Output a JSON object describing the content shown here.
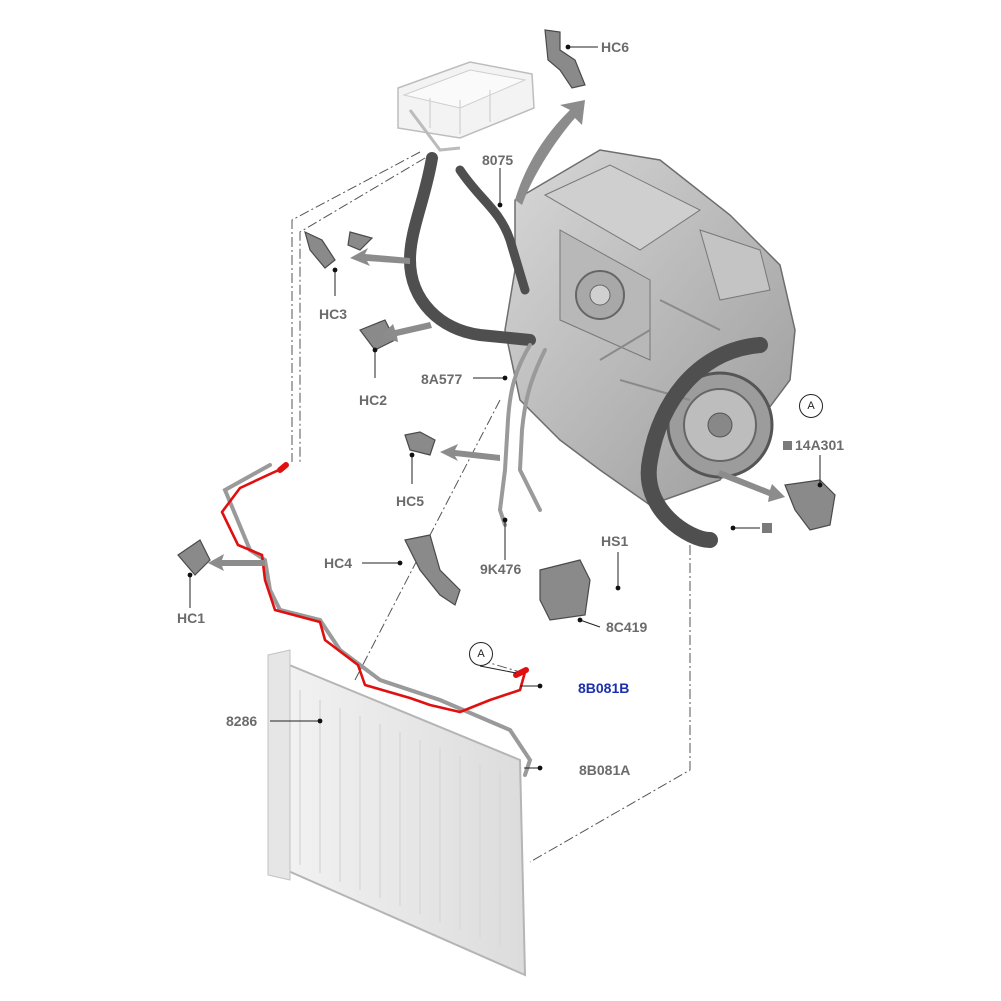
{
  "labels": {
    "hc6": "HC6",
    "p8075": "8075",
    "hc3": "HC3",
    "hc2": "HC2",
    "p8a577": "8A577",
    "p14a301": "14A301",
    "hc5": "HC5",
    "hs1": "HS1",
    "hc4": "HC4",
    "p9k476": "9K476",
    "hc1": "HC1",
    "p8c419": "8C419",
    "p8b081b": "8B081B",
    "p8286": "8286",
    "p8b081a": "8B081A"
  },
  "callouts": {
    "a_engine": "A",
    "a_pipe": "A"
  },
  "colors": {
    "highlight_pipe": "#e01010",
    "highlight_label": "#1a2fb0",
    "label_gray": "#6b6b6b",
    "part_gray": "#5a5a5a"
  },
  "icons": {
    "engine": "engine-illustration",
    "radiator": "radiator-illustration",
    "tank": "coolant-expansion-tank-illustration"
  }
}
